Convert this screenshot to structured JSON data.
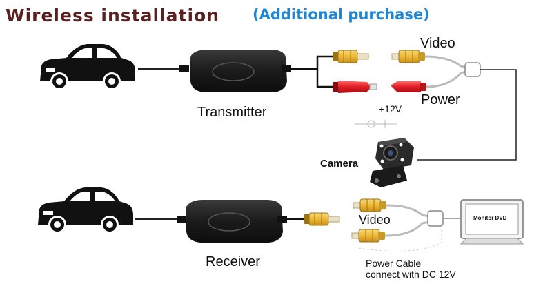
{
  "title": {
    "main": "Wireless installation",
    "sub": "(Additional purchase)"
  },
  "labels": {
    "transmitter": "Transmitter",
    "receiver": "Receiver",
    "video_top": "Video",
    "power": "Power",
    "plus12v": "+12V",
    "camera": "Camera",
    "video_bottom": "Video",
    "monitor": "Monitor DVD",
    "power_cable_line1": "Power Cable",
    "power_cable_line2": "connect with DC 12V"
  },
  "colors": {
    "title_main": "#5a1f1f",
    "title_sub": "#1f86d6",
    "module": "#1b1b1b",
    "rca_yellow": "#f2c040",
    "rca_red": "#e01e24",
    "car": "#111111"
  },
  "icons": [
    "car-icon",
    "transmitter-module",
    "receiver-module",
    "camera-icon",
    "monitor-icon"
  ]
}
